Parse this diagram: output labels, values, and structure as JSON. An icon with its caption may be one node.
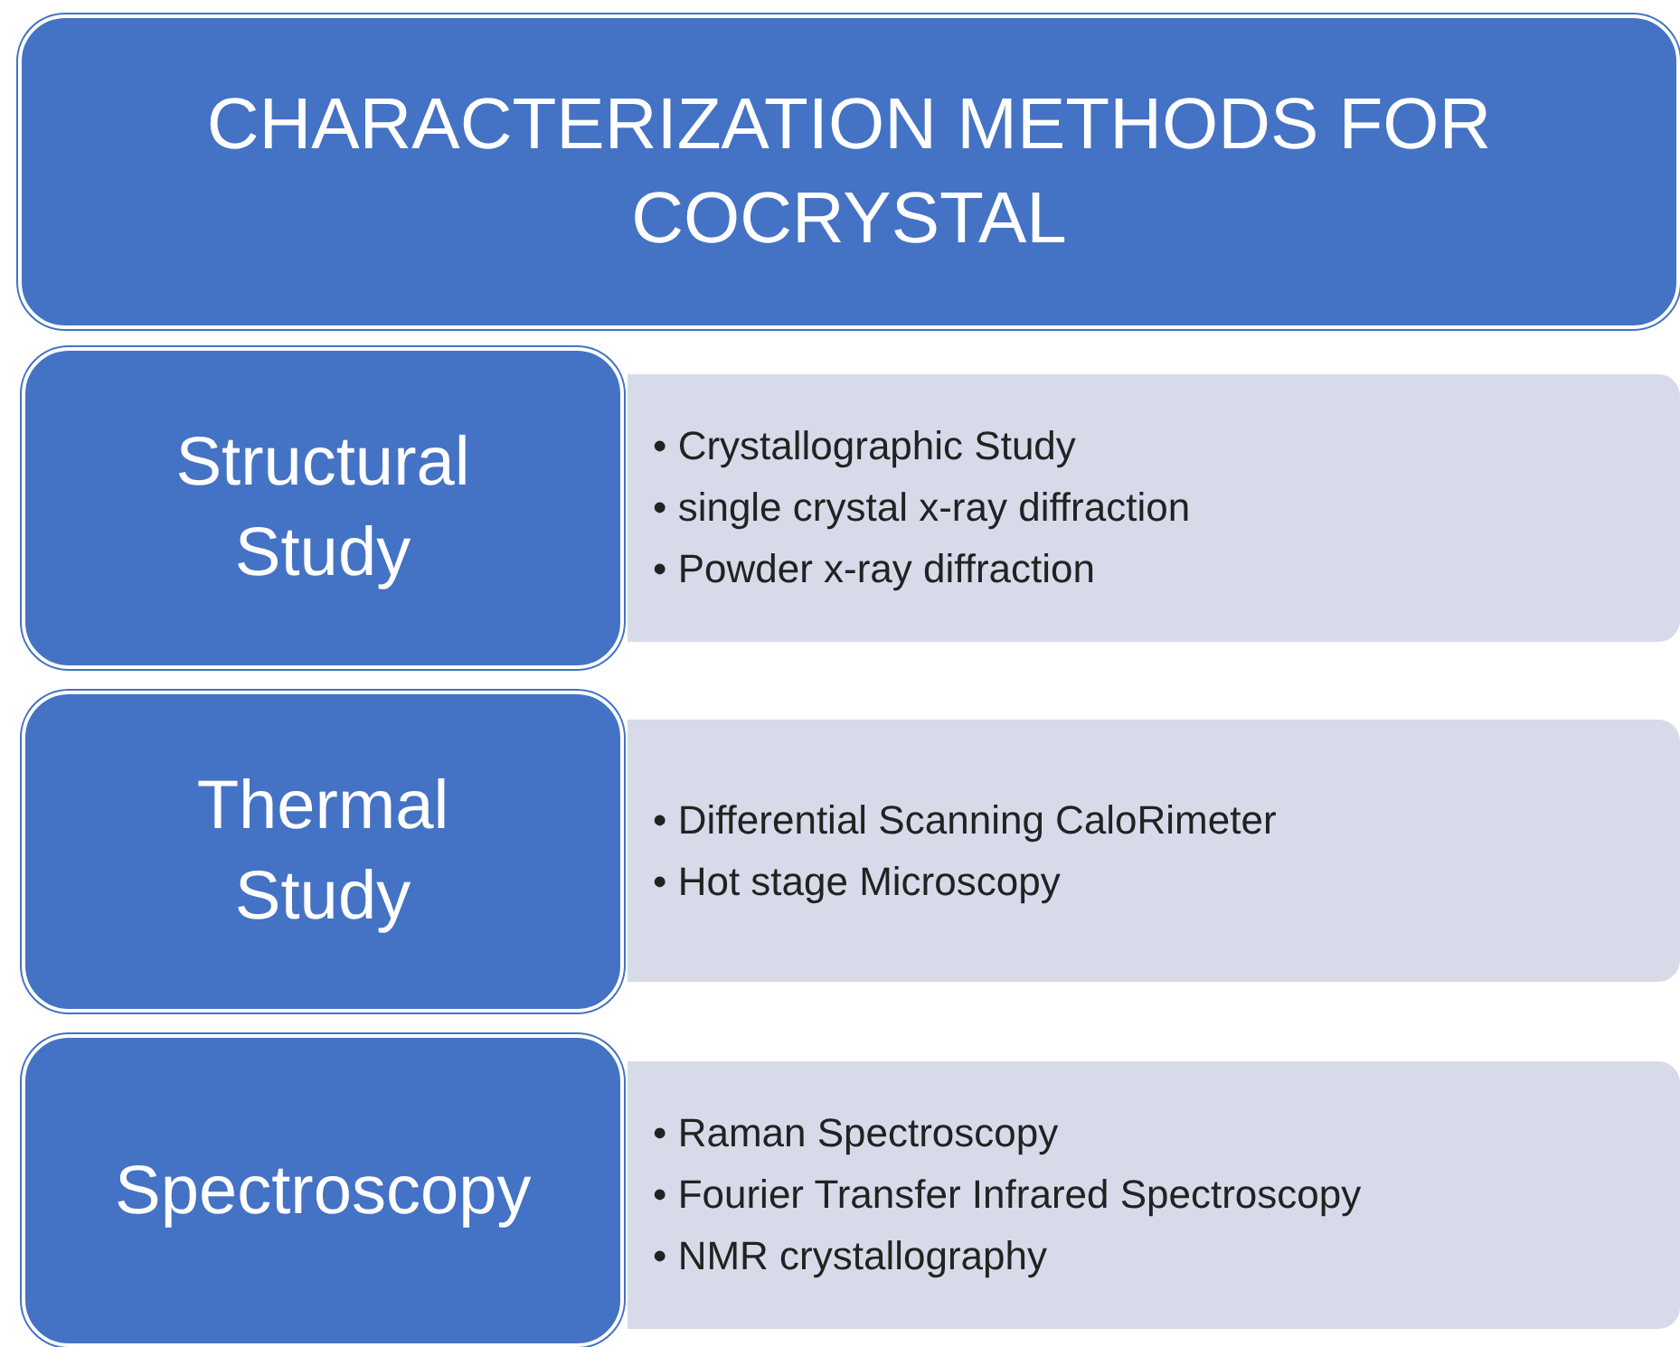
{
  "diagram": {
    "nodes": [
      {
        "text": [
          "CHARACTERIZATION METHODS FOR COCRYSTAL"
        ]
      },
      {
        "text": [
          "Structural Study"
        ]
      },
      {
        "text": [
          "• Crystallographic Study",
          "• single crystal x-ray diffraction",
          "• Powder x-ray diffraction"
        ]
      },
      {
        "text": [
          "Thermal Study"
        ]
      },
      {
        "text": [
          "• Differential Scanning CaloRimeter",
          "• Hot stage Microscopy"
        ]
      },
      {
        "text": [
          "Spectroscopy"
        ]
      },
      {
        "text": [
          "• Raman Spectroscopy",
          "• Fourier Transfer Infrared Spectroscopy",
          "• NMR crystallography"
        ]
      }
    ],
    "edges": []
  }
}
